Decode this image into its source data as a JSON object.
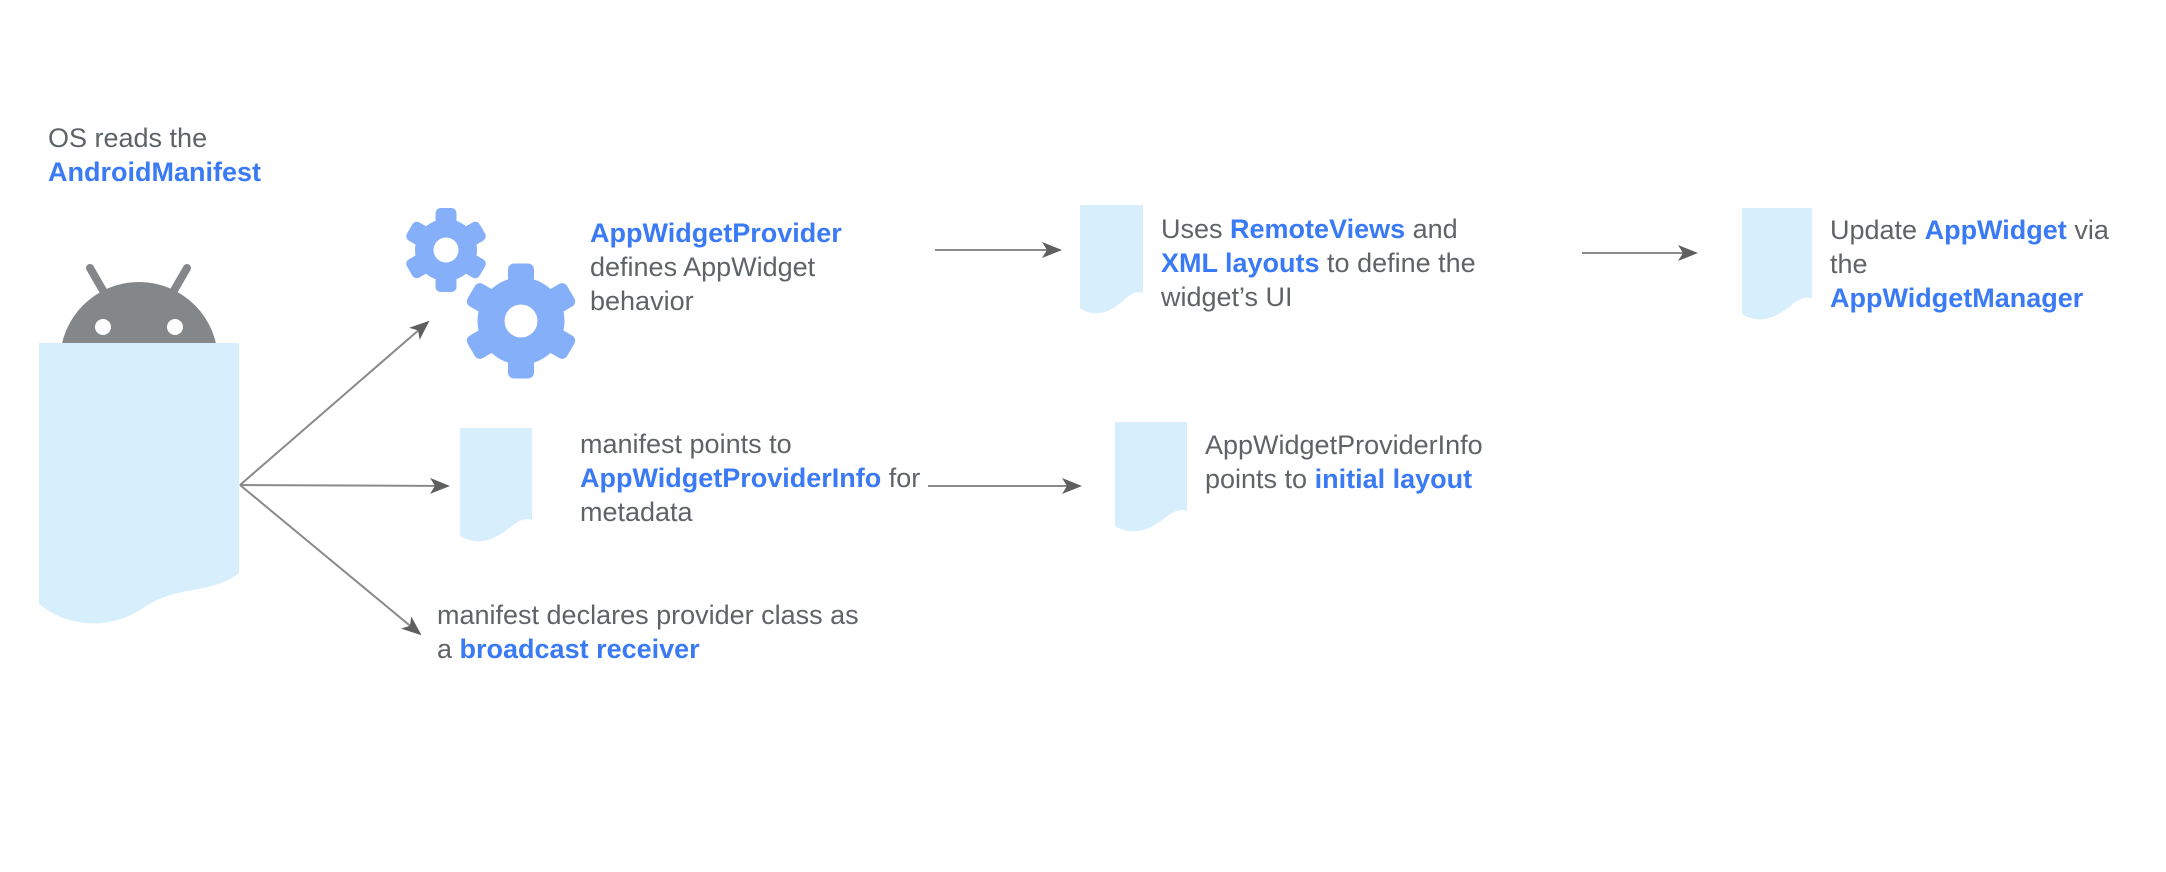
{
  "colors": {
    "link_blue": "#3b7af5",
    "text_gray": "#5f6368",
    "doc_fill": "#d7eefc",
    "gear_blue": "#85aff8",
    "robot_gray": "#84878a",
    "arrow_gray": "#8a8a8a",
    "arrowhead_gray": "#5f5f5f"
  },
  "blocks": {
    "os_reads": {
      "lines": [
        [
          {
            "t": "OS reads the"
          }
        ],
        [
          {
            "t": "AndroidManifest",
            "link": true
          }
        ]
      ]
    },
    "provider": {
      "lines": [
        [
          {
            "t": "AppWidgetProvider",
            "link": true
          }
        ],
        [
          {
            "t": "defines AppWidget"
          }
        ],
        [
          {
            "t": "behavior"
          }
        ]
      ]
    },
    "remoteviews": {
      "lines": [
        [
          {
            "t": "Uses "
          },
          {
            "t": "RemoteViews",
            "link": true
          },
          {
            "t": " and"
          }
        ],
        [
          {
            "t": "XML layouts",
            "link": true
          },
          {
            "t": " to define the"
          }
        ],
        [
          {
            "t": "widget’s UI"
          }
        ]
      ]
    },
    "update": {
      "lines": [
        [
          {
            "t": "Update "
          },
          {
            "t": "AppWidget",
            "link": true
          },
          {
            "t": " via"
          }
        ],
        [
          {
            "t": "the"
          }
        ],
        [
          {
            "t": "AppWidgetManager",
            "link": true
          }
        ]
      ]
    },
    "manifest_points": {
      "lines": [
        [
          {
            "t": "manifest points to"
          }
        ],
        [
          {
            "t": "AppWidgetProviderInfo",
            "link": true
          },
          {
            "t": " for"
          }
        ],
        [
          {
            "t": "metadata"
          }
        ]
      ]
    },
    "providerinfo": {
      "lines": [
        [
          {
            "t": "AppWidgetProviderInfo"
          }
        ],
        [
          {
            "t": "points to "
          },
          {
            "t": "initial layout",
            "link": true
          }
        ]
      ]
    },
    "broadcast": {
      "lines": [
        [
          {
            "t": "manifest declares provider class as"
          }
        ],
        [
          {
            "t": "a "
          },
          {
            "t": "broadcast receiver",
            "link": true
          }
        ]
      ]
    }
  }
}
